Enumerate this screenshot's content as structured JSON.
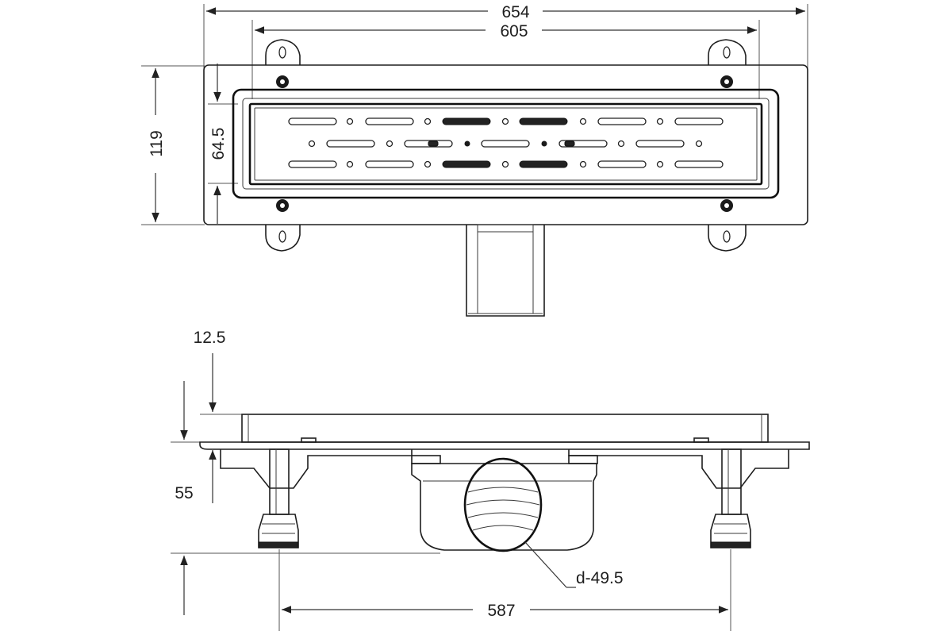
{
  "dimensions": {
    "overall_length": "654",
    "inner_length": "605",
    "overall_width": "119",
    "grate_width": "64.5",
    "flange_thickness": "12.5",
    "leg_height": "55",
    "outlet_diameter": "d-49.5",
    "foot_spacing": "587"
  },
  "colors": {
    "line": "#1e1e1e",
    "background": "#ffffff"
  }
}
